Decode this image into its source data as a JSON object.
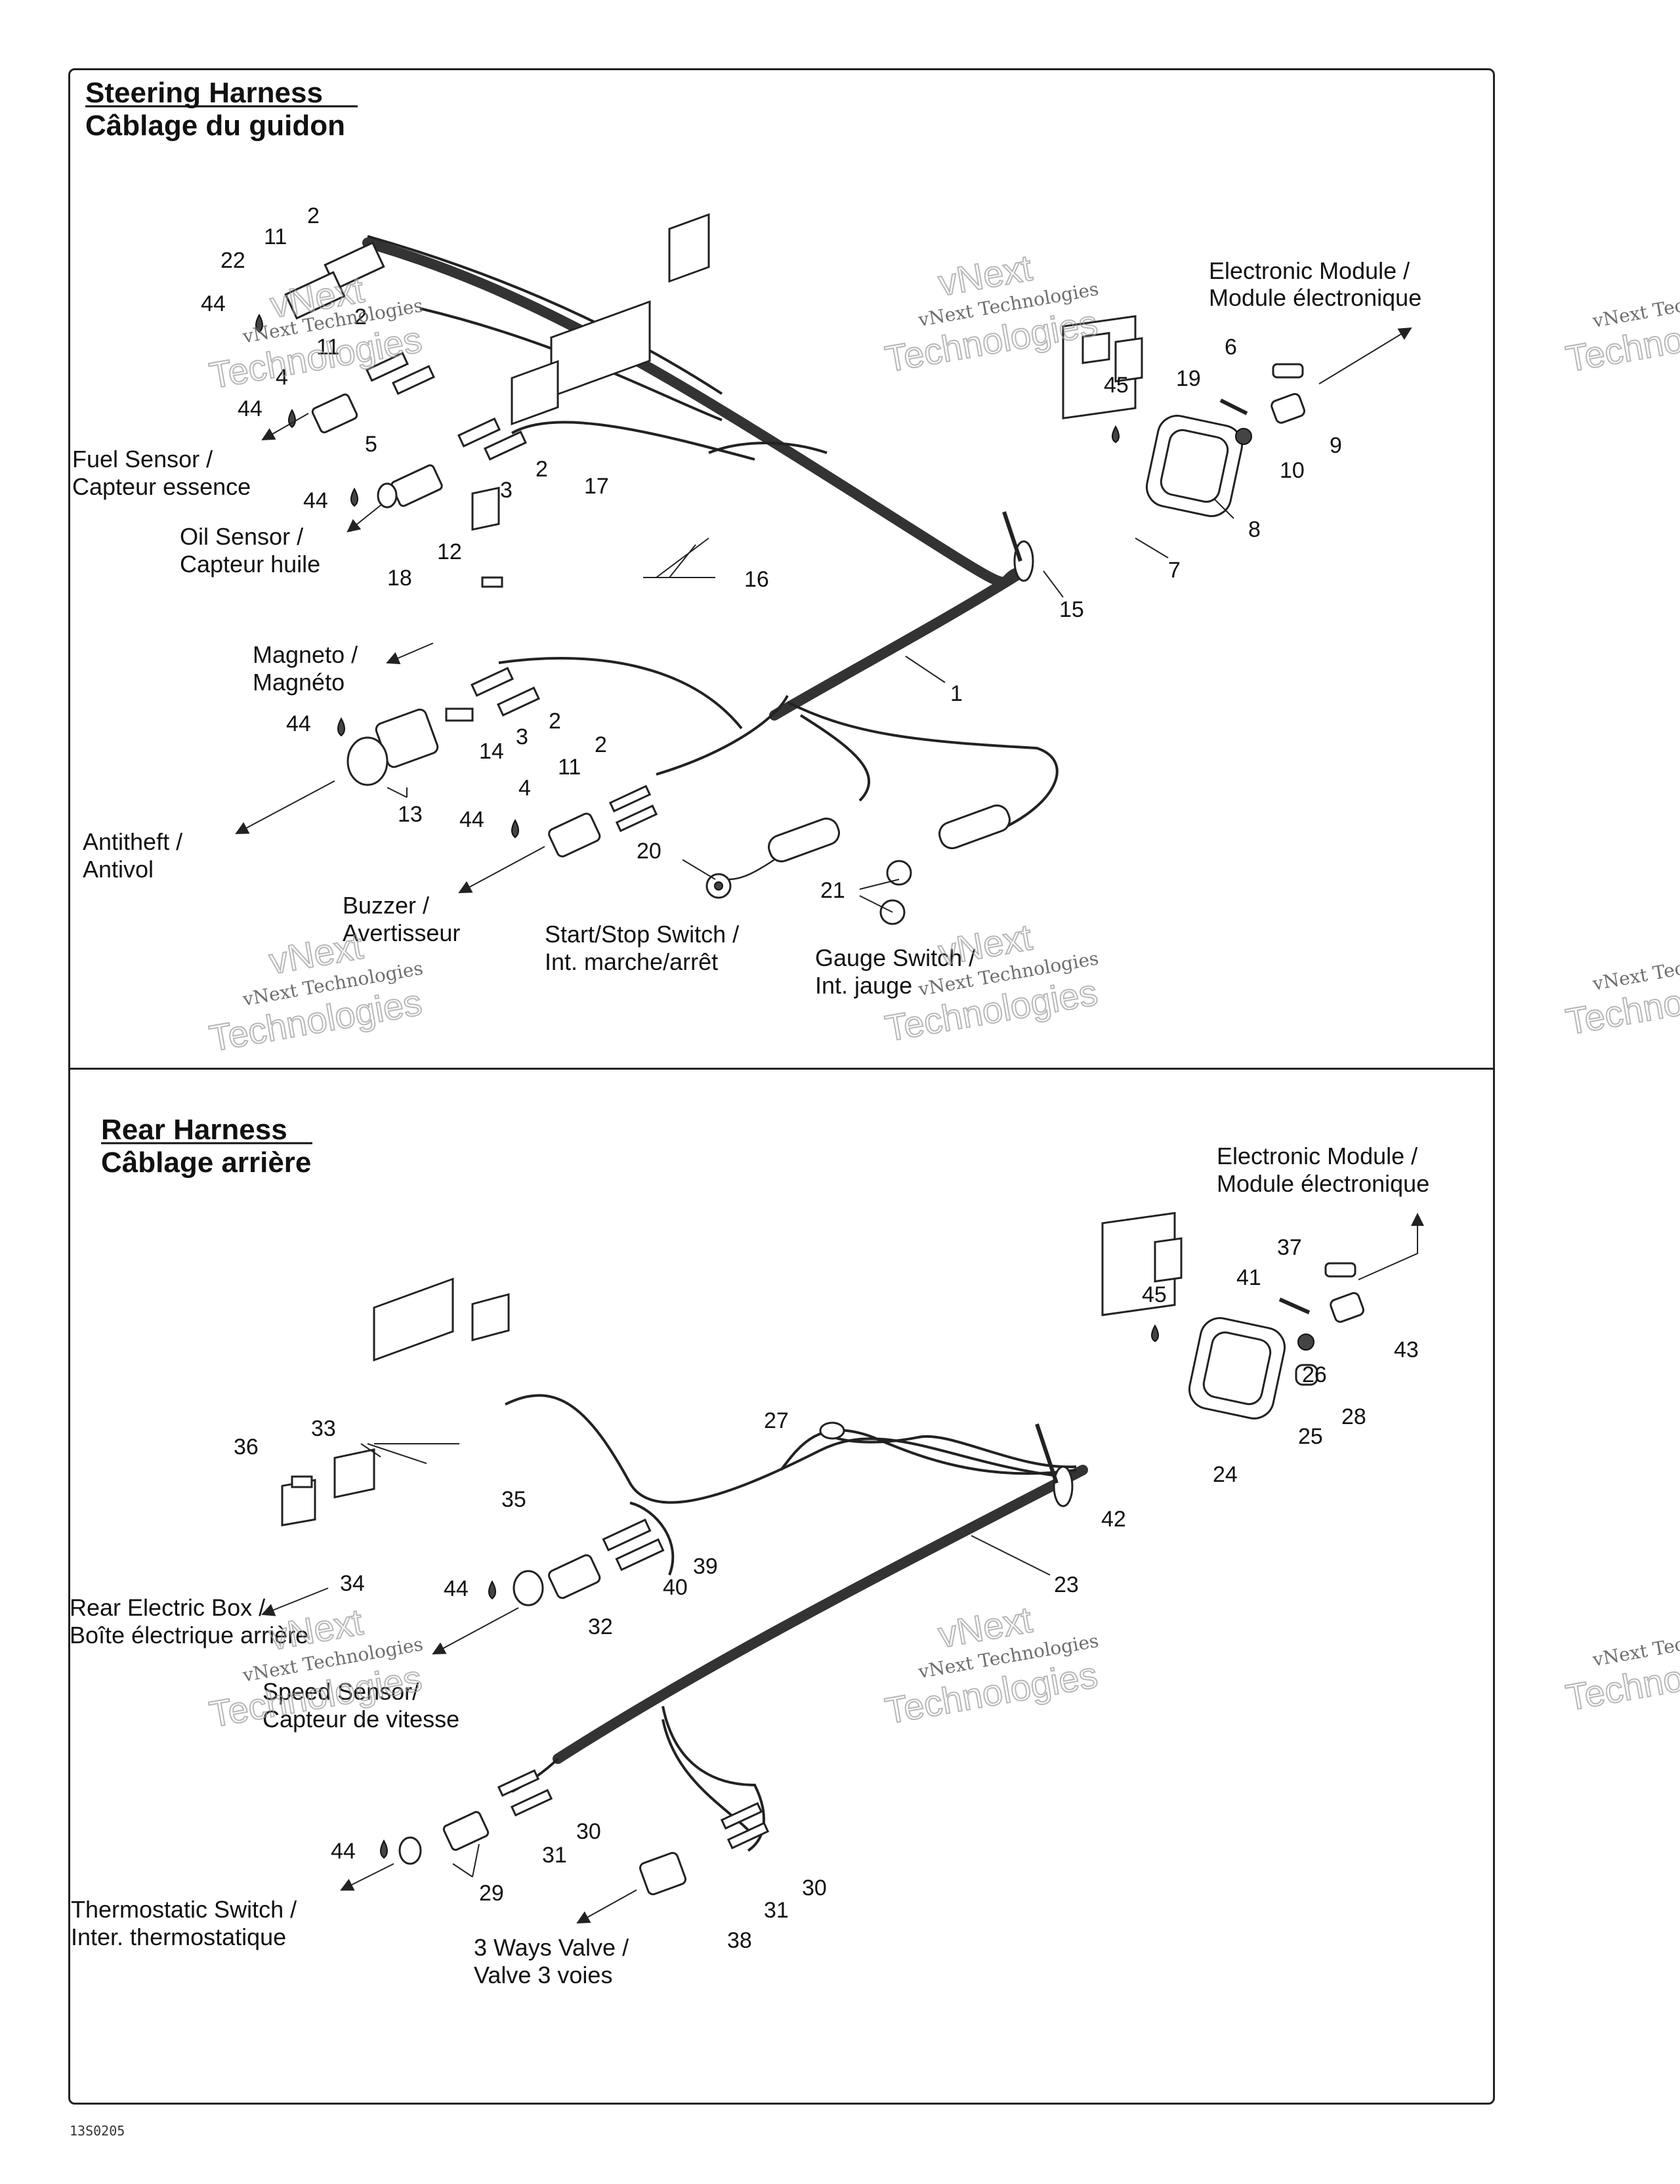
{
  "steering": {
    "title_en": "Steering Harness",
    "title_fr": "Câblage du guidon",
    "labels": {
      "electronic_module_en": "Electronic Module /",
      "electronic_module_fr": "Module électronique",
      "fuel_en": "Fuel Sensor /",
      "fuel_fr": "Capteur essence",
      "oil_en": "Oil Sensor /",
      "oil_fr": "Capteur huile",
      "magneto_en": "Magneto /",
      "magneto_fr": "Magnéto",
      "antitheft_en": "Antitheft /",
      "antitheft_fr": "Antivol",
      "buzzer_en": "Buzzer /",
      "buzzer_fr": "Avertisseur",
      "startstop_en": "Start/Stop Switch /",
      "startstop_fr": "Int. marche/arrêt",
      "gauge_en": "Gauge Switch /",
      "gauge_fr": "Int. jauge"
    },
    "callouts": [
      "2",
      "11",
      "22",
      "44",
      "2",
      "11",
      "4",
      "44",
      "5",
      "2",
      "3",
      "44",
      "17",
      "12",
      "18",
      "16",
      "1",
      "45",
      "19",
      "6",
      "9",
      "10",
      "8",
      "7",
      "15",
      "14",
      "3",
      "2",
      "44",
      "13",
      "2",
      "11",
      "4",
      "44",
      "20",
      "21"
    ]
  },
  "rear": {
    "title_en": "Rear Harness",
    "title_fr": "Câblage arrière",
    "labels": {
      "electronic_module_en": "Electronic Module /",
      "electronic_module_fr": "Module électronique",
      "rear_box_en": "Rear Electric Box /",
      "rear_box_fr": "Boîte électrique arrière",
      "speed_en": "Speed Sensor/",
      "speed_fr": "Capteur de vitesse",
      "thermo_en": "Thermostatic Switch /",
      "thermo_fr": "Inter. thermostatique",
      "valve_en": "3 Ways Valve /",
      "valve_fr": "Valve 3 voies"
    },
    "callouts": [
      "37",
      "41",
      "43",
      "45",
      "26",
      "28",
      "25",
      "24",
      "27",
      "42",
      "23",
      "33",
      "36",
      "35",
      "34",
      "39",
      "40",
      "44",
      "32",
      "30",
      "31",
      "44",
      "29",
      "30",
      "31",
      "38"
    ]
  },
  "watermark": {
    "line1": "vNext Technologies",
    "line2": "Technologies",
    "brand": "vNext"
  },
  "figure_code": "13S0205"
}
